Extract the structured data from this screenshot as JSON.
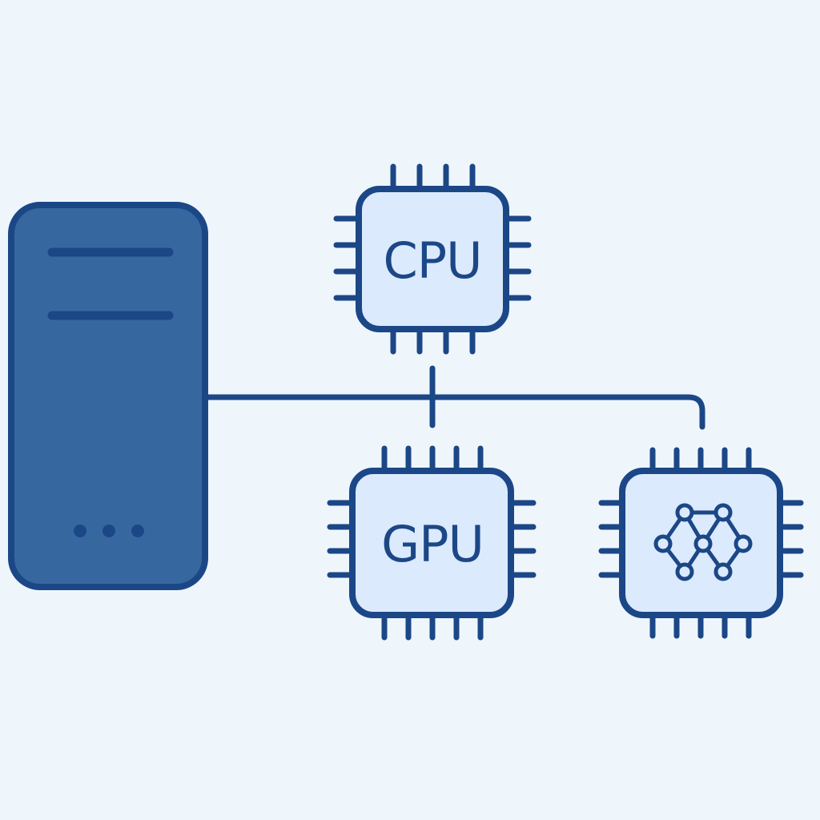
{
  "colors": {
    "background": "#eef6fc",
    "stroke": "#1c4787",
    "server_fill": "#37679f",
    "chip_fill": "#dbeafc"
  },
  "nodes": {
    "server": {
      "icon": "server-tower-icon",
      "indicator_dots": 3,
      "slot_lines": 2
    },
    "cpu_chip": {
      "label": "CPU",
      "icon": "cpu-chip-icon"
    },
    "gpu_chip": {
      "label": "GPU",
      "icon": "gpu-chip-icon"
    },
    "npu_chip": {
      "icon": "neural-network-icon"
    }
  },
  "connections": [
    {
      "from": "server",
      "to": "cpu_chip"
    },
    {
      "from": "server",
      "to": "gpu_chip"
    },
    {
      "from": "server",
      "to": "npu_chip"
    }
  ]
}
